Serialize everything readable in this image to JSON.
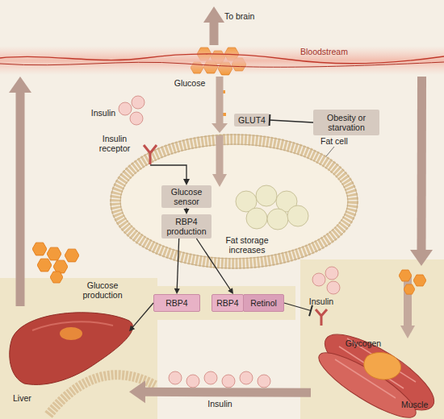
{
  "diagram": {
    "nodes": [
      {
        "text": [
          "Bloodstream"
        ]
      },
      {
        "text": [
          "Obesity or starvation"
        ]
      },
      {
        "text": [
          "Fat cell"
        ]
      },
      {
        "text": [
          "GLUT4"
        ]
      },
      {
        "text": [
          "Glucose sensor"
        ],
        "in": 2
      },
      {
        "text": [
          "RBP4 production"
        ],
        "in": 2
      },
      {
        "text": [
          "RBP4"
        ]
      },
      {
        "text": [
          "RBP4",
          "Retinol"
        ]
      },
      {
        "text": [
          "Liver"
        ]
      },
      {
        "text": [
          "Muscle"
        ]
      }
    ],
    "edges": [
      {
        "from": 0,
        "to": 2,
        "arrow": "to"
      },
      {
        "from": 1,
        "to": 3,
        "arrow": "to"
      },
      {
        "from": 4,
        "to": 5,
        "arrow": "to"
      },
      {
        "from": 5,
        "to": 6,
        "arrow": "to"
      },
      {
        "from": 5,
        "to": 7,
        "arrow": "to"
      },
      {
        "from": 6,
        "to": 8,
        "arrow": "to"
      },
      {
        "from": 7,
        "to": 9,
        "arrow": "to"
      },
      {
        "from": 8,
        "to": 0,
        "arrow": "to"
      },
      {
        "from": 0,
        "to": 9,
        "arrow": "to"
      },
      {
        "from": 9,
        "to": 8,
        "label": "Insulin",
        "arrow": "to"
      }
    ],
    "labels": [
      "To brain",
      "Glucose",
      "Insulin",
      "Insulin receptor",
      "Fat storage increases",
      "Glucose production",
      "Insulin",
      "Glycogen"
    ]
  }
}
